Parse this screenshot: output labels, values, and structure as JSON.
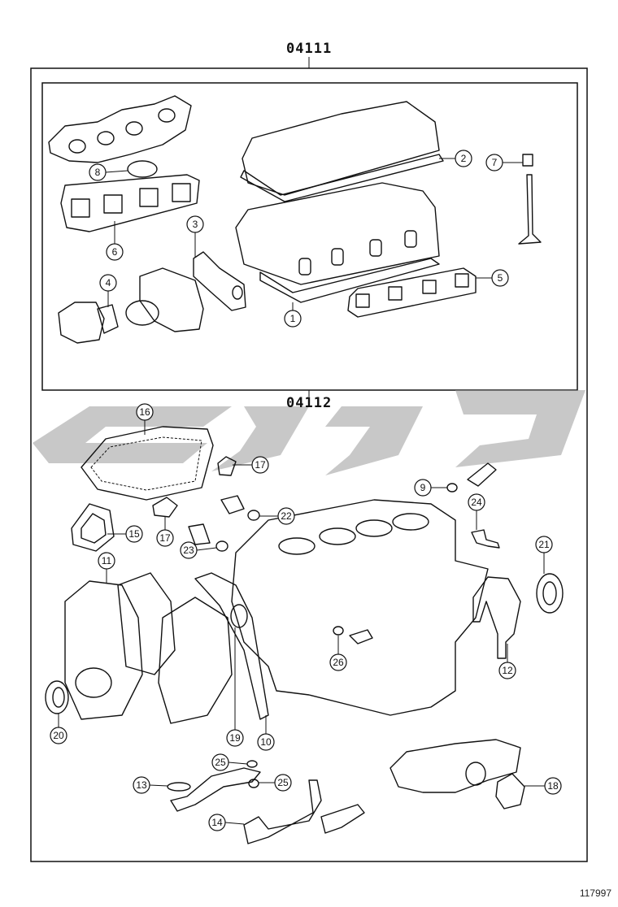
{
  "diagram": {
    "kit_codes": {
      "upper": "04111",
      "lower": "04112"
    },
    "figure_id": "117997",
    "callouts": [
      "1",
      "2",
      "3",
      "4",
      "5",
      "6",
      "7",
      "8",
      "9",
      "10",
      "11",
      "12",
      "13",
      "14",
      "15",
      "16",
      "17",
      "17",
      "18",
      "19",
      "20",
      "21",
      "22",
      "23",
      "24",
      "25",
      "25",
      "26"
    ]
  }
}
